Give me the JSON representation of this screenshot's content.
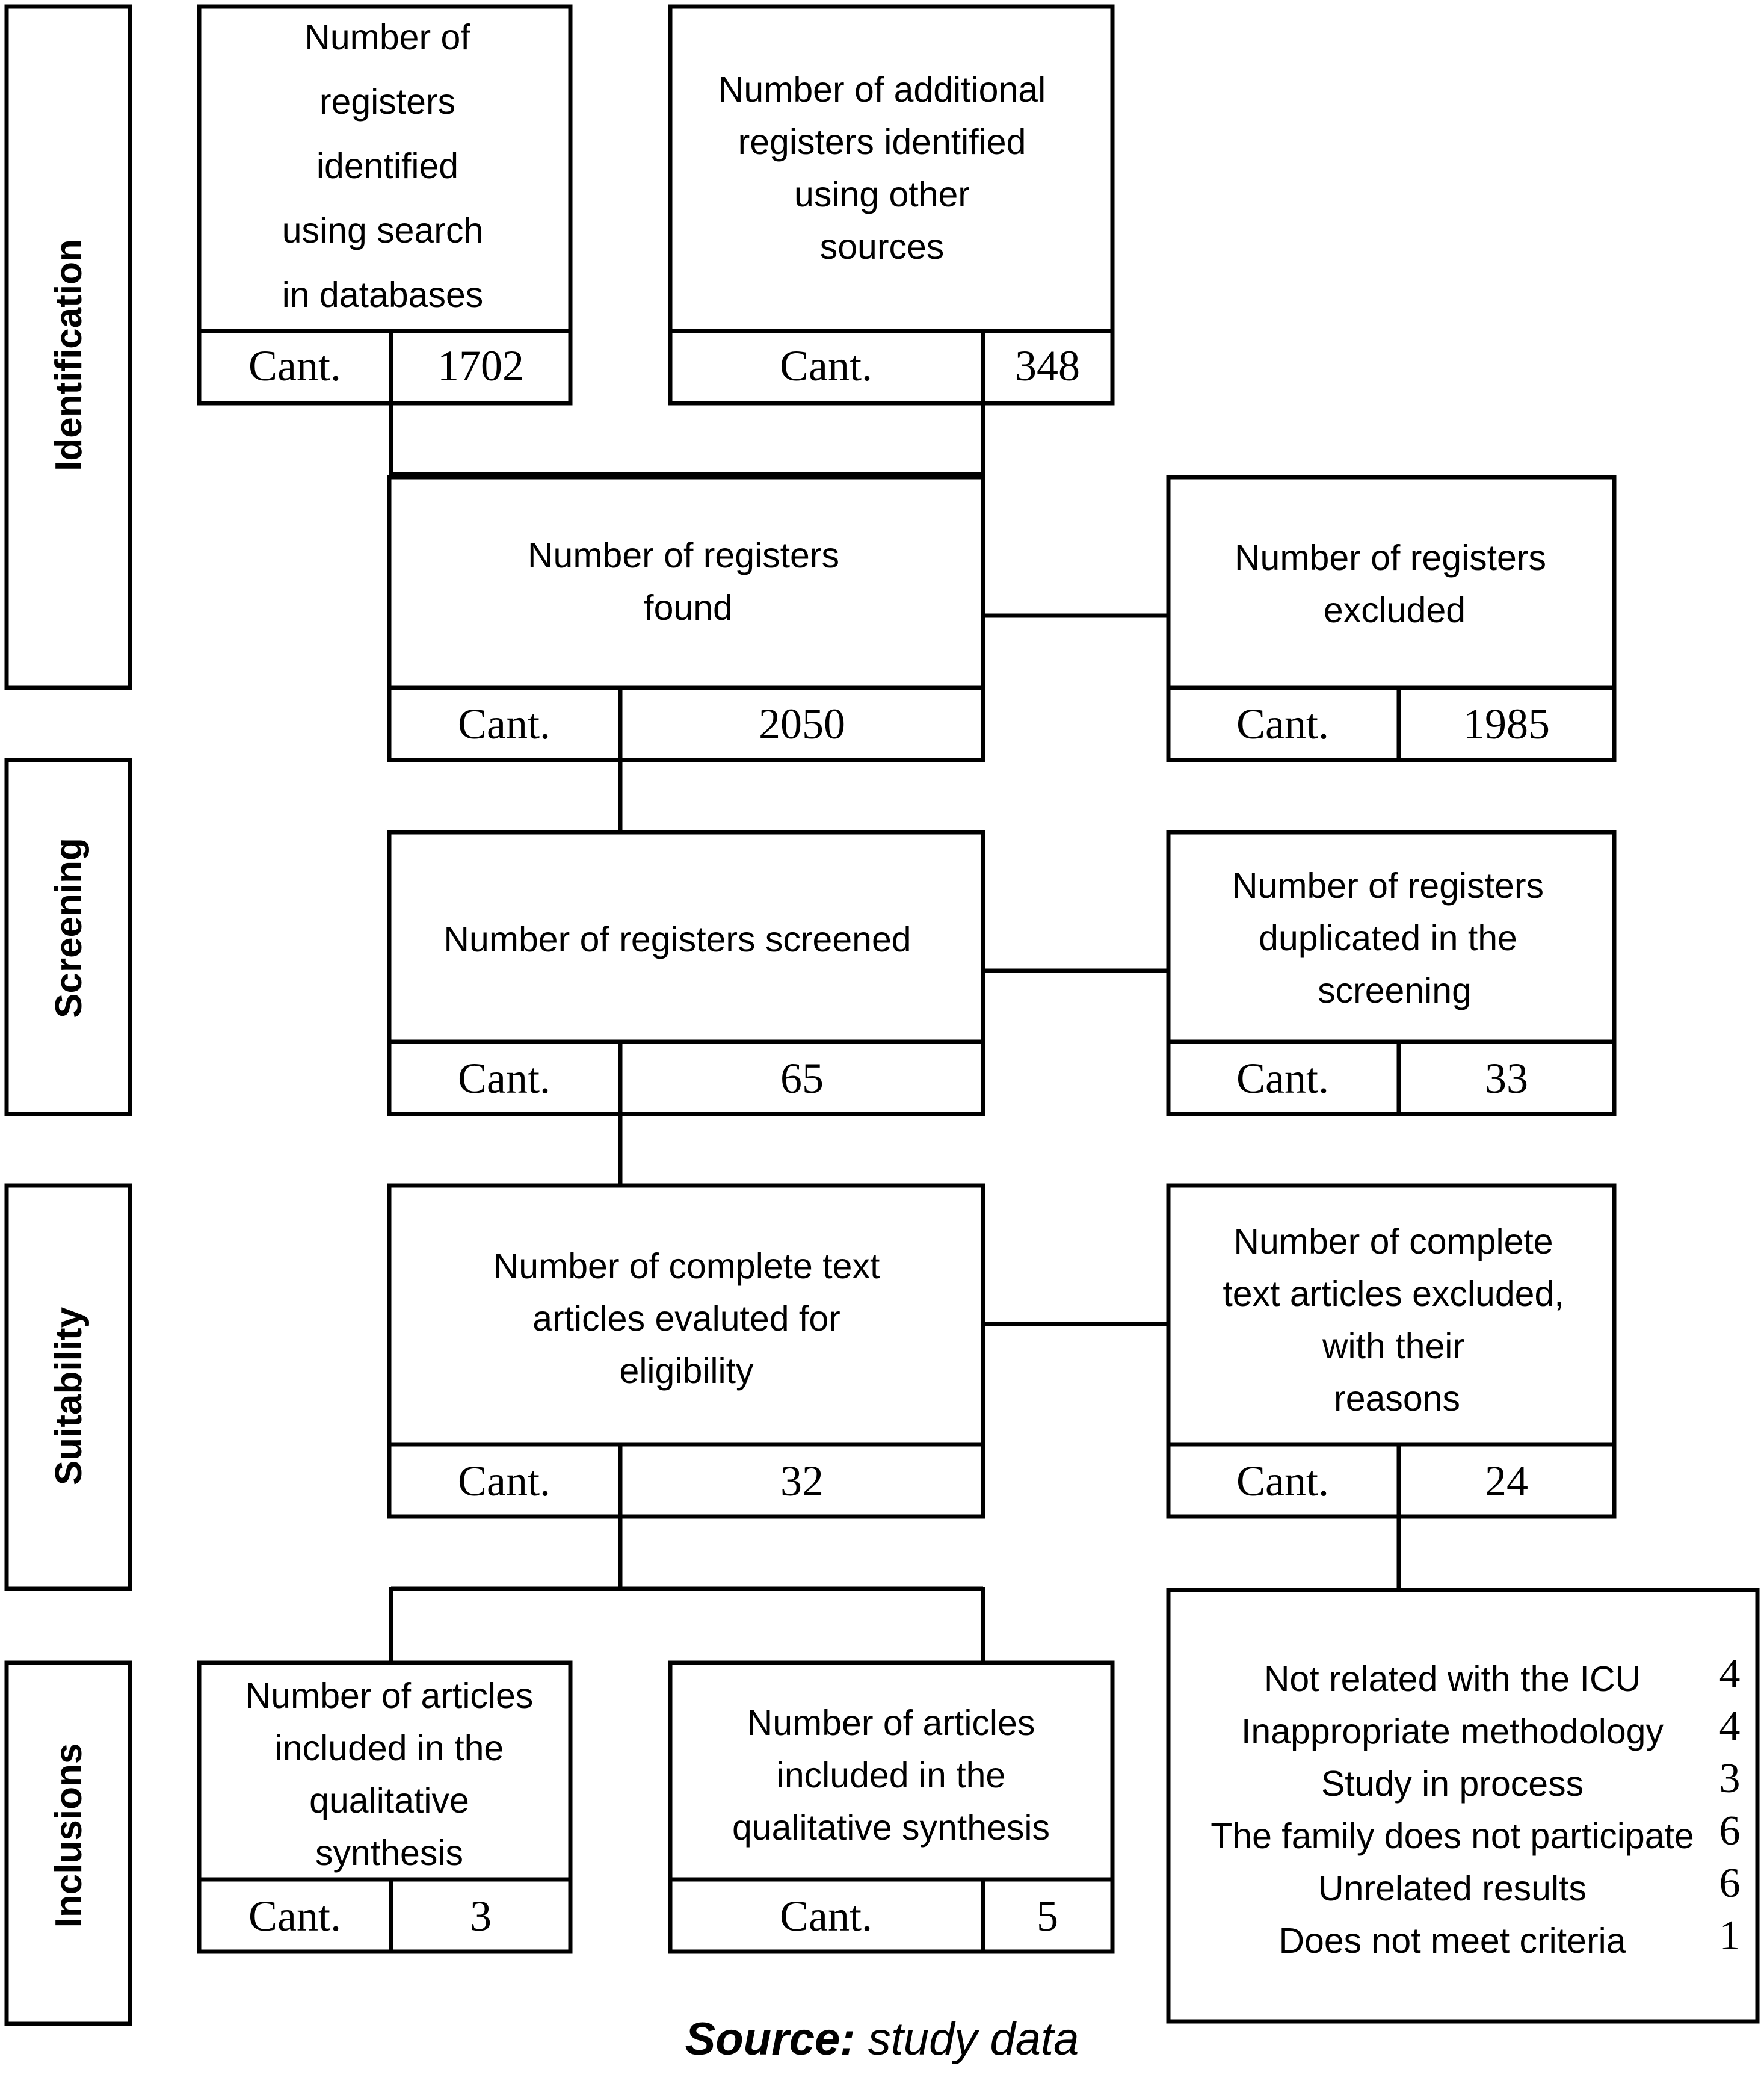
{
  "phases": [
    "Identification",
    "Screening",
    "Suitability",
    "Inclusions"
  ],
  "cant_label": "Cant.",
  "boxes": {
    "databases": {
      "lines": [
        "Number of",
        "registers",
        "identified",
        "using search",
        "in databases"
      ],
      "value": "1702"
    },
    "other_sources": {
      "lines": [
        "Number of additional",
        "registers identified",
        "using other",
        "sources"
      ],
      "value": "348"
    },
    "found": {
      "lines": [
        "Number of registers",
        "found"
      ],
      "value": "2050"
    },
    "excluded": {
      "lines": [
        "Number of registers",
        "excluded"
      ],
      "value": "1985"
    },
    "screened": {
      "lines": [
        "Number of registers screened"
      ],
      "value": "65"
    },
    "duplicated": {
      "lines": [
        "Number of registers",
        "duplicated in the",
        "screening"
      ],
      "value": "33"
    },
    "eligibility": {
      "lines": [
        "Number of complete text",
        "articles evaluted for",
        "eligibility"
      ],
      "value": "32"
    },
    "text_excluded": {
      "lines": [
        "Number of complete",
        "text articles excluded,",
        "with their",
        "reasons"
      ],
      "value": "24"
    },
    "qualitative_1": {
      "lines": [
        "Number of articles",
        "included in the",
        "qualitative",
        "synthesis"
      ],
      "value": "3"
    },
    "qualitative_2": {
      "lines": [
        "Number of articles",
        "included in the",
        "qualitative synthesis"
      ],
      "value": "5"
    }
  },
  "reasons": [
    {
      "label": "Not related with the ICU",
      "count": "4"
    },
    {
      "label": "Inappropriate methodology",
      "count": "4"
    },
    {
      "label": "Study in process",
      "count": "3"
    },
    {
      "label": "The family does not participate",
      "count": "6"
    },
    {
      "label": "Unrelated results",
      "count": "6"
    },
    {
      "label": "Does not meet criteria",
      "count": "1"
    }
  ],
  "source": {
    "prefix": "Source:",
    "text": " study data"
  }
}
